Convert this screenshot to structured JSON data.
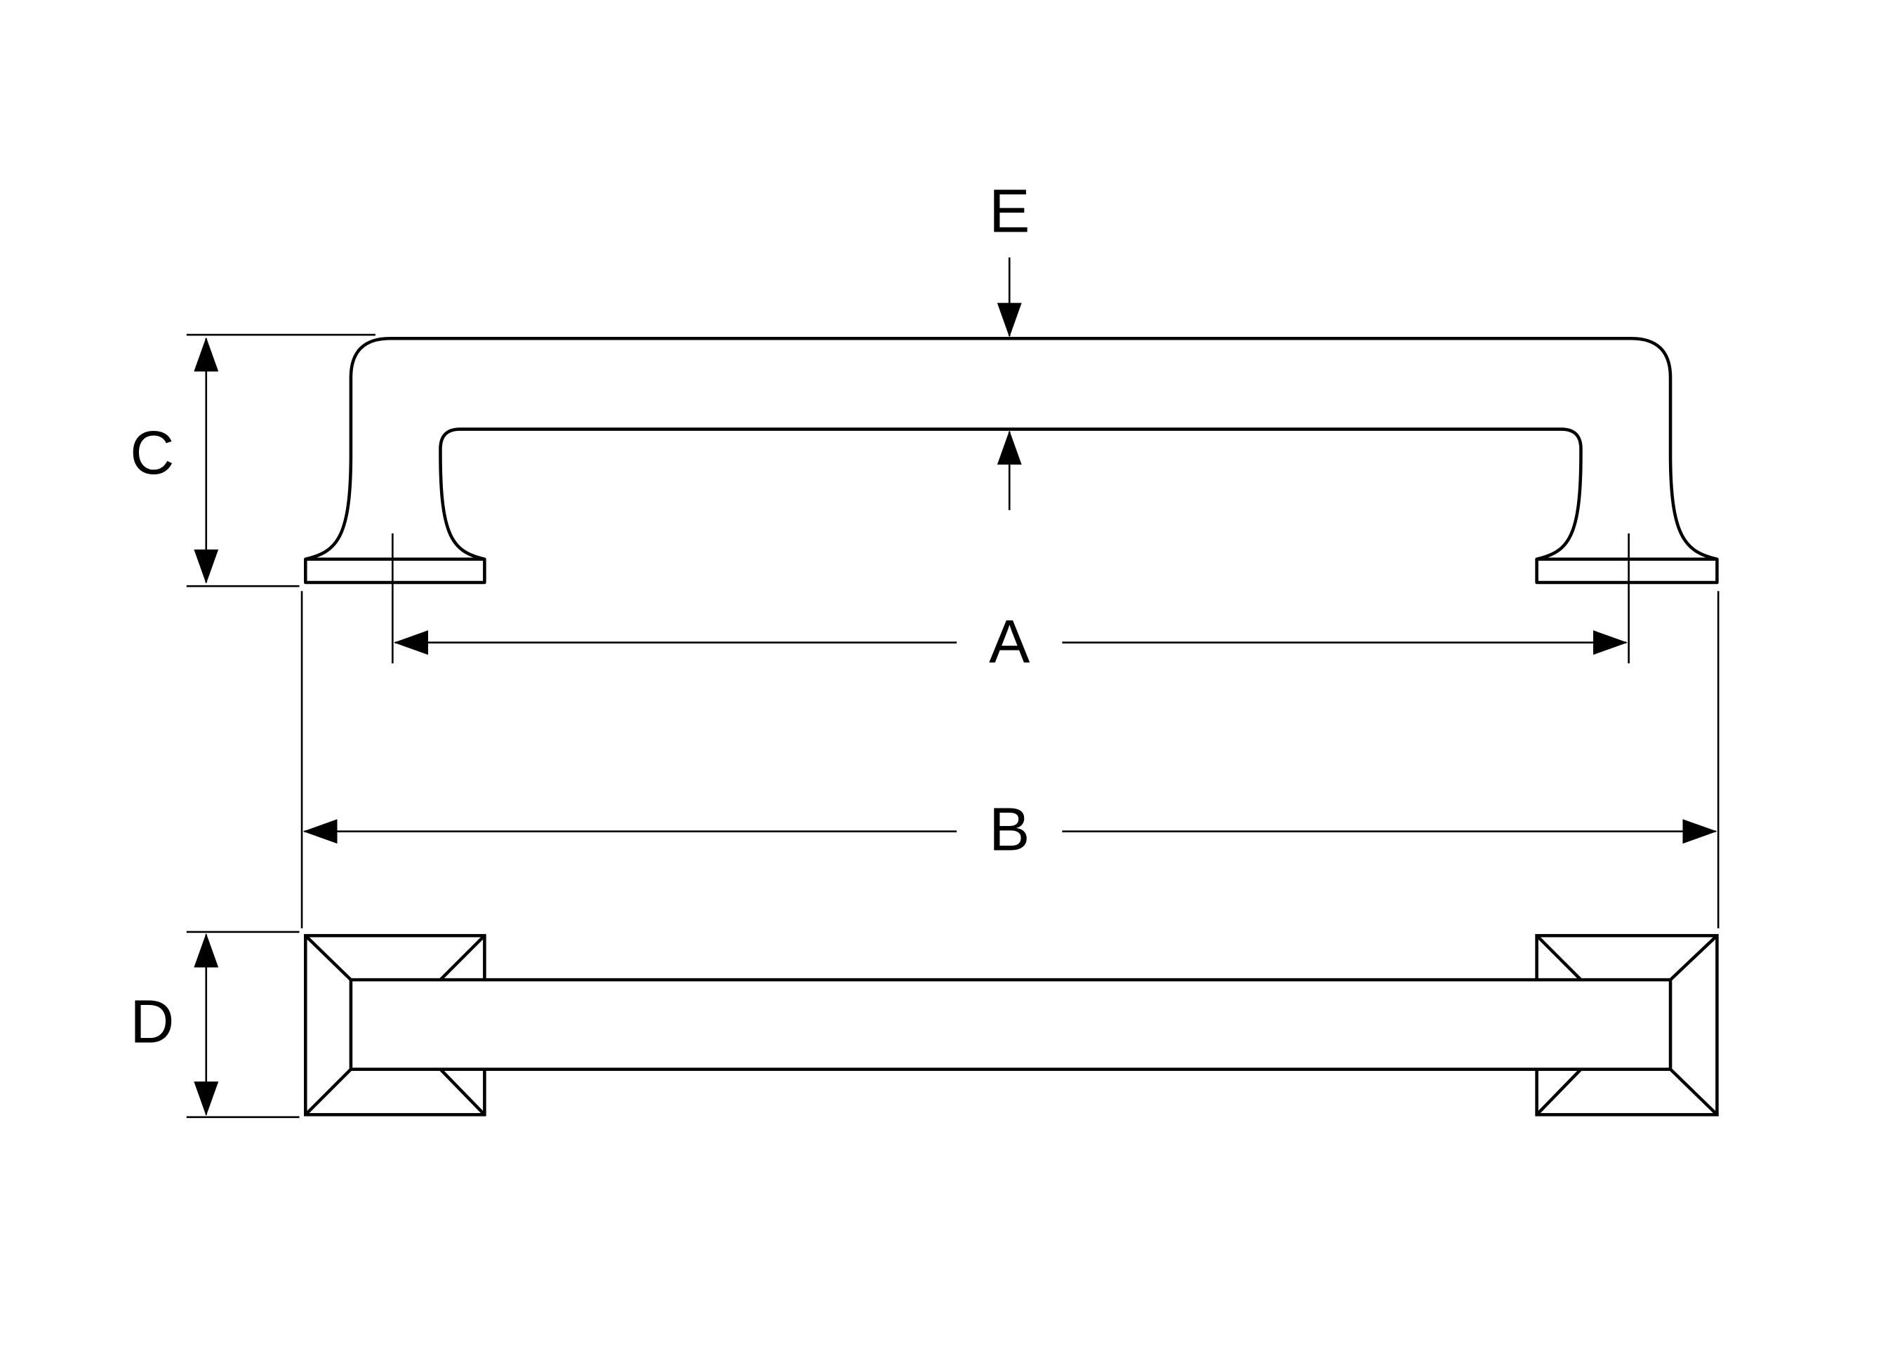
{
  "diagram": {
    "labels": {
      "a": "A",
      "b": "B",
      "c": "C",
      "d": "D",
      "e": "E"
    },
    "colors": {
      "line": "#000000",
      "background": "#ffffff"
    }
  }
}
